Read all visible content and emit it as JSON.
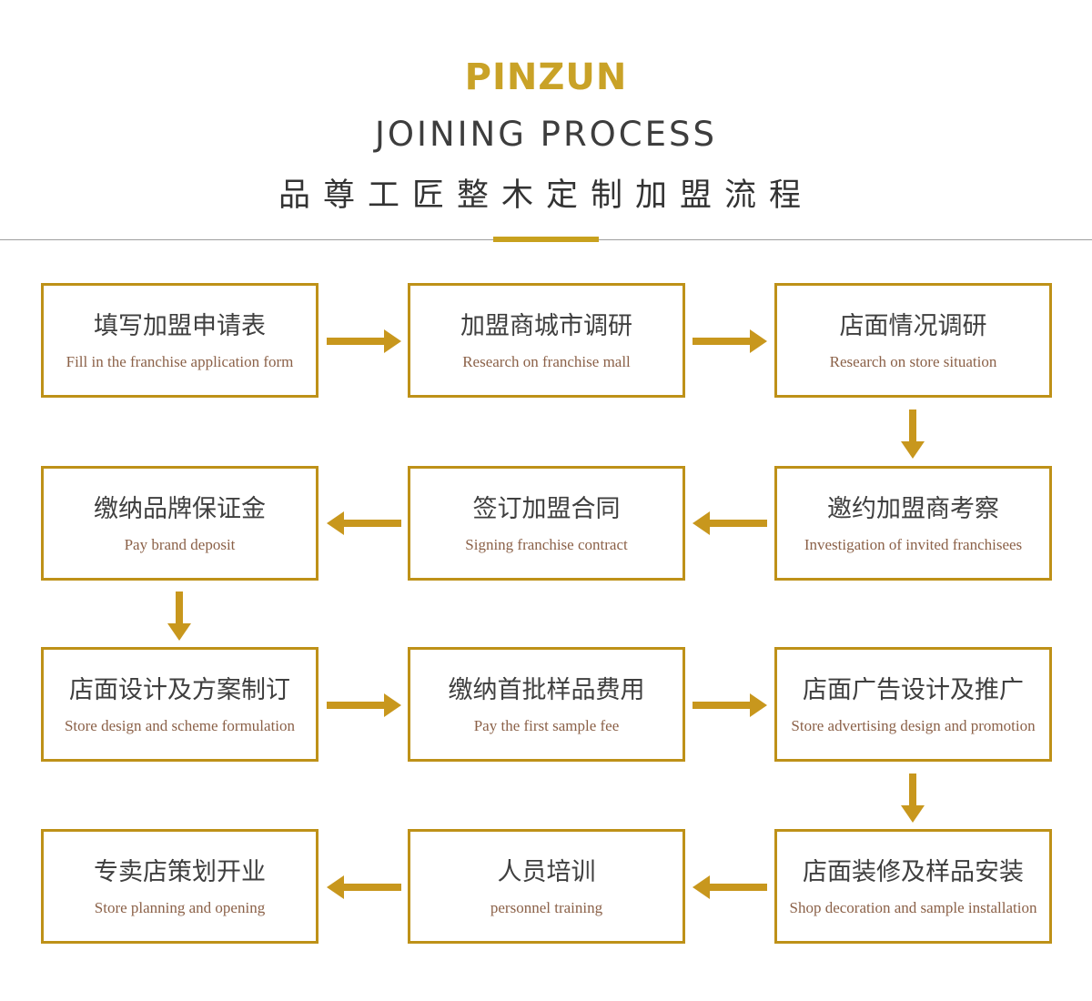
{
  "header": {
    "brand": "PINZUN",
    "subtitle": "JOINING PROCESS",
    "title_zh": "品尊工匠整木定制加盟流程"
  },
  "colors": {
    "brand_gold": "#C9A227",
    "accent_gold": "#C8971D",
    "box_border_gold": "#BE9118",
    "divider_gray": "#9E9E9E",
    "heading_text": "#3D3D3D",
    "english_text": "#8B6148"
  },
  "flow": {
    "rows": [
      {
        "direction": "right",
        "cells": [
          {
            "zh": "填写加盟申请表",
            "en": "Fill in the franchise application form"
          },
          {
            "zh": "加盟商城市调研",
            "en": "Research on franchise mall"
          },
          {
            "zh": "店面情况调研",
            "en": "Research on store situation"
          }
        ]
      },
      {
        "direction": "left",
        "cells": [
          {
            "zh": "缴纳品牌保证金",
            "en": "Pay brand deposit"
          },
          {
            "zh": "签订加盟合同",
            "en": "Signing franchise contract"
          },
          {
            "zh": "邀约加盟商考察",
            "en": "Investigation of invited franchisees"
          }
        ]
      },
      {
        "direction": "right",
        "cells": [
          {
            "zh": "店面设计及方案制订",
            "en": "Store design and scheme formulation"
          },
          {
            "zh": "缴纳首批样品费用",
            "en": "Pay the first sample fee"
          },
          {
            "zh": "店面广告设计及推广",
            "en": "Store advertising design and promotion"
          }
        ]
      },
      {
        "direction": "left",
        "cells": [
          {
            "zh": "专卖店策划开业",
            "en": "Store planning and opening"
          },
          {
            "zh": "人员培训",
            "en": "personnel training"
          },
          {
            "zh": "店面装修及样品安装",
            "en": "Shop decoration and sample installation"
          }
        ]
      }
    ]
  }
}
